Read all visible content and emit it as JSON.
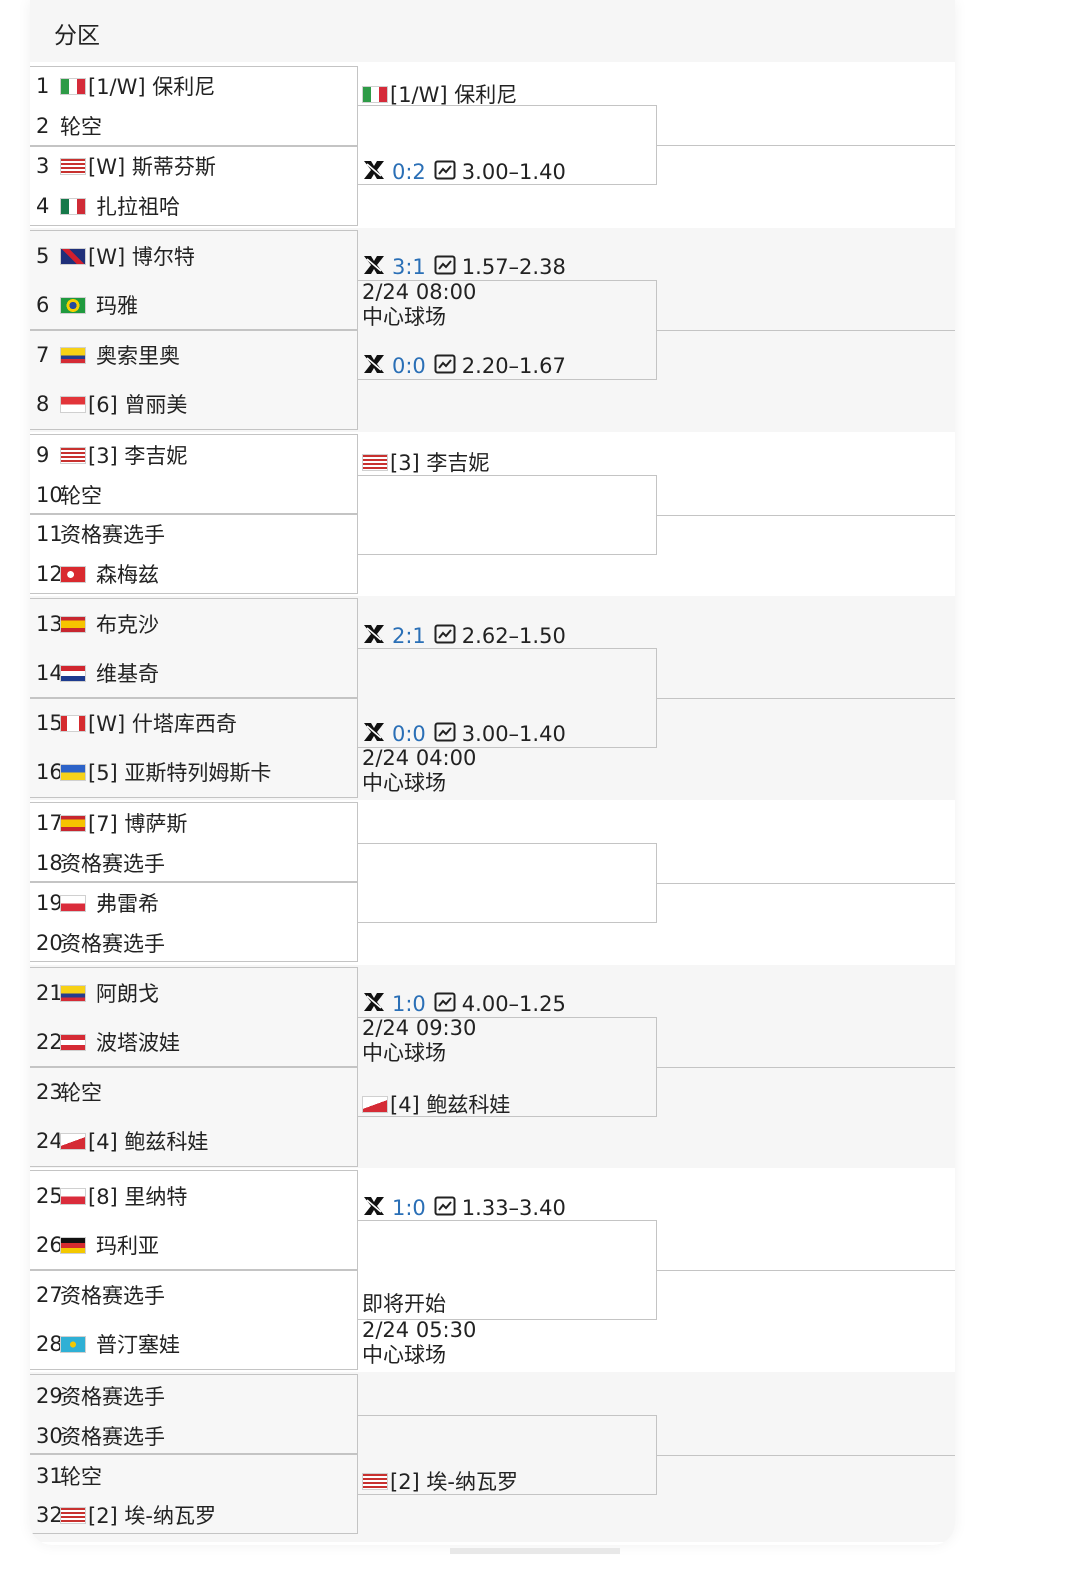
{
  "header": {
    "title": "分区"
  },
  "players": [
    {
      "n": "1",
      "flag": "it",
      "name": "[1/W] 保利尼"
    },
    {
      "n": "2",
      "flag": "",
      "name": "轮空"
    },
    {
      "n": "3",
      "flag": "us",
      "name": "[W] 斯蒂芬斯"
    },
    {
      "n": "4",
      "flag": "mx",
      "name": "扎拉祖哈"
    },
    {
      "n": "5",
      "flag": "gb",
      "name": "[W] 博尔特"
    },
    {
      "n": "6",
      "flag": "br",
      "name": "玛雅"
    },
    {
      "n": "7",
      "flag": "co",
      "name": "奥索里奥"
    },
    {
      "n": "8",
      "flag": "id",
      "name": "[6] 曾丽美"
    },
    {
      "n": "9",
      "flag": "us",
      "name": "[3] 李吉妮"
    },
    {
      "n": "10",
      "flag": "",
      "name": "轮空"
    },
    {
      "n": "11",
      "flag": "",
      "name": "资格赛选手"
    },
    {
      "n": "12",
      "flag": "tr",
      "name": "森梅兹"
    },
    {
      "n": "13",
      "flag": "es",
      "name": "布克沙"
    },
    {
      "n": "14",
      "flag": "hr",
      "name": "维基奇"
    },
    {
      "n": "15",
      "flag": "ca",
      "name": "[W] 什塔库西奇"
    },
    {
      "n": "16",
      "flag": "ua",
      "name": "[5] 亚斯特列姆斯卡"
    },
    {
      "n": "17",
      "flag": "es",
      "name": "[7] 博萨斯"
    },
    {
      "n": "18",
      "flag": "",
      "name": "资格赛选手"
    },
    {
      "n": "19",
      "flag": "pl",
      "name": "弗雷希"
    },
    {
      "n": "20",
      "flag": "",
      "name": "资格赛选手"
    },
    {
      "n": "21",
      "flag": "co",
      "name": "阿朗戈"
    },
    {
      "n": "22",
      "flag": "at",
      "name": "波塔波娃"
    },
    {
      "n": "23",
      "flag": "",
      "name": "轮空"
    },
    {
      "n": "24",
      "flag": "cz",
      "name": "[4] 鲍兹科娃"
    },
    {
      "n": "25",
      "flag": "pl",
      "name": "[8] 里纳特"
    },
    {
      "n": "26",
      "flag": "de",
      "name": "玛利亚"
    },
    {
      "n": "27",
      "flag": "",
      "name": "资格赛选手"
    },
    {
      "n": "28",
      "flag": "kz",
      "name": "普汀塞娃"
    },
    {
      "n": "29",
      "flag": "",
      "name": "资格赛选手"
    },
    {
      "n": "30",
      "flag": "",
      "name": "资格赛选手"
    },
    {
      "n": "31",
      "flag": "",
      "name": "轮空"
    },
    {
      "n": "32",
      "flag": "us",
      "name": "[2] 埃-纳瓦罗"
    }
  ],
  "round2": [
    {
      "kind": "player",
      "flag": "it",
      "name": "[1/W] 保利尼"
    },
    {
      "kind": "match",
      "score": "0:2",
      "odds": "3.00–1.40"
    },
    {
      "kind": "match",
      "score": "3:1",
      "odds": "1.57–2.38"
    },
    {
      "kind": "info",
      "lines": [
        "2/24 08:00",
        "中心球场"
      ]
    },
    {
      "kind": "match",
      "score": "0:0",
      "odds": "2.20–1.67"
    },
    {
      "kind": "player",
      "flag": "us",
      "name": "[3] 李吉妮"
    },
    {
      "kind": "match",
      "score": "2:1",
      "odds": "2.62–1.50"
    },
    {
      "kind": "match",
      "score": "0:0",
      "odds": "3.00–1.40"
    },
    {
      "kind": "info",
      "lines": [
        "2/24 04:00",
        "中心球场"
      ]
    },
    {
      "kind": "match",
      "score": "1:0",
      "odds": "4.00–1.25"
    },
    {
      "kind": "info",
      "lines": [
        "2/24 09:30",
        "中心球场"
      ]
    },
    {
      "kind": "player",
      "flag": "cz",
      "name": "[4] 鲍兹科娃"
    },
    {
      "kind": "match",
      "score": "1:0",
      "odds": "1.33–3.40"
    },
    {
      "kind": "info",
      "lines": [
        "即将开始"
      ]
    },
    {
      "kind": "info",
      "lines": [
        "2/24 05:30",
        "中心球场"
      ]
    },
    {
      "kind": "player",
      "flag": "us",
      "name": "[2] 埃-纳瓦罗"
    }
  ],
  "colors": {
    "score": "#2a6fb6",
    "line": "#c4c4c4",
    "band": "#f6f6f6"
  },
  "icons": [
    "vs-icon",
    "chart-icon"
  ]
}
